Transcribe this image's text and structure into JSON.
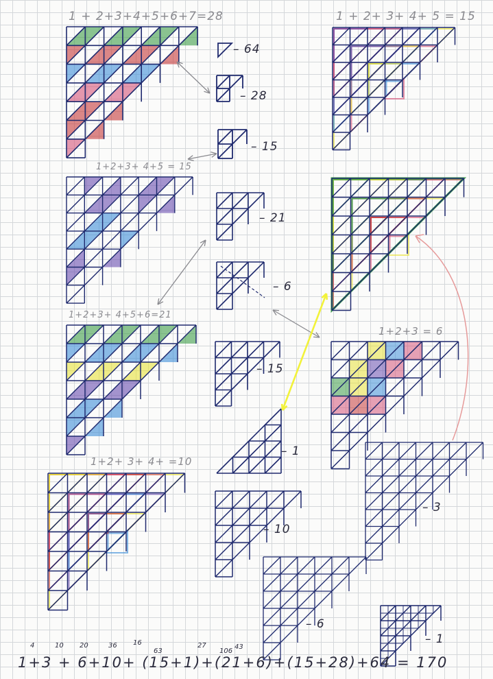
{
  "equations": {
    "e28": "1 + 2+3+4+5+6+7=28",
    "e15_top": "1 + 2+ 3+ 4+ 5 = 15",
    "e15_mid": "1+2+3+ 4+5 = 15",
    "e21": "1+2+3+ 4+5+6=21",
    "e6": "1+2+3 = 6",
    "e10": "1+2+ 3+ 4+ =10"
  },
  "labels": {
    "l64": "64",
    "l28": "28",
    "l15a": "15",
    "l21": "21",
    "l6a": "6",
    "l15b": "15",
    "l1a": "1",
    "l10": "10",
    "l3": "3",
    "l6b": "6",
    "l1b": "1"
  },
  "bottom": {
    "equation": "1+3 + 6+10+ (15+1)+(21+6)+(15+28)+64 = 170",
    "running_sums": [
      "4",
      "10",
      "20",
      "36",
      "16",
      "63",
      "27",
      "106",
      "43",
      "170"
    ]
  },
  "colors": {
    "ink": "#1f2a6e",
    "pencil_gray": "#8a8a8f",
    "yellow": "#e8e23a",
    "green": "#3f9e4a",
    "blue": "#3f8fd8",
    "purple": "#6a4fb0",
    "pink": "#d6557a",
    "red": "#c73a3a",
    "orange": "#d8842a",
    "highlighter": "#f2f23a",
    "arrow_red": "#e69a9a"
  }
}
